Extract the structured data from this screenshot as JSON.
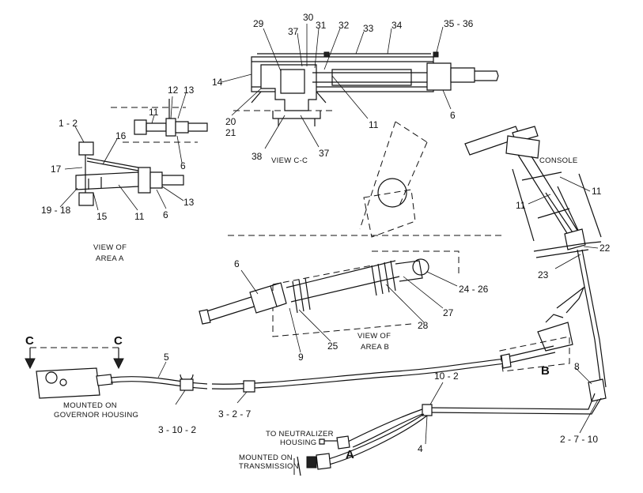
{
  "callouts": {
    "c29": "29",
    "c30": "30",
    "c31": "31",
    "c32": "32",
    "c33": "33",
    "c34": "34",
    "c35_36": "35 - 36",
    "c37a": "37",
    "c14": "14",
    "c20": "20",
    "c21": "21",
    "c38": "38",
    "c37b": "37",
    "c11a": "11",
    "c6a": "6",
    "a11": "11",
    "a12": "12",
    "a13a": "13",
    "a1_2": "1 - 2",
    "a16": "16",
    "a6a": "6",
    "a17": "17",
    "a19_18": "19 - 18",
    "a15": "15",
    "a11b": "11",
    "a6b": "6",
    "a13b": "13",
    "b6": "6",
    "b24_26": "24 - 26",
    "b27": "27",
    "b28": "28",
    "b25": "25",
    "b9": "9",
    "cs11a": "11",
    "cs11b": "11",
    "cs22": "22",
    "cs23": "23",
    "m5": "5",
    "m3_10_2": "3 - 10 - 2",
    "m3_2_7": "3 - 2 - 7",
    "m10_2": "10 - 2",
    "m4": "4",
    "m8": "8",
    "m2_7_10": "2 - 7 - 10"
  },
  "labels": {
    "view_cc": "VIEW  C-C",
    "view_area_a_1": "VIEW  OF",
    "view_area_a_2": "AREA  A",
    "view_area_b_1": "VIEW  OF",
    "view_area_b_2": "AREA  B",
    "console": "CONSOLE",
    "mounted_gov_1": "MOUNTED  ON",
    "mounted_gov_2": "GOVERNOR  HOUSING",
    "neutralizer_1": "TO  NEUTRALIZER",
    "neutralizer_2": "HOUSING",
    "mounted_trans_1": "MOUNTED  ON",
    "mounted_trans_2": "TRANSMISSION",
    "letter_b": "B",
    "letter_a": "A",
    "letter_c_left": "C",
    "letter_c_right": "C"
  }
}
